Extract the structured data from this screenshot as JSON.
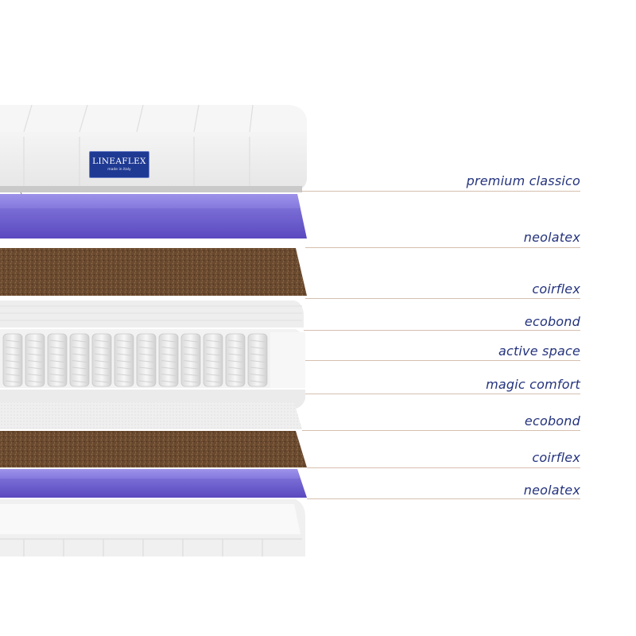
{
  "brand": {
    "name": "LINEAFLEX",
    "tagline": "made in italy"
  },
  "layers": [
    {
      "id": "premium-classico",
      "label": "premium classico"
    },
    {
      "id": "neolatex-top",
      "label": "neolatex"
    },
    {
      "id": "coirflex-top",
      "label": "coirflex"
    },
    {
      "id": "ecobond-top",
      "label": "ecobond"
    },
    {
      "id": "active-space",
      "label": "active space"
    },
    {
      "id": "magic-comfort",
      "label": "magic comfort"
    },
    {
      "id": "ecobond-bottom",
      "label": "ecobond"
    },
    {
      "id": "coirflex-bottom",
      "label": "coirflex"
    },
    {
      "id": "neolatex-bottom",
      "label": "neolatex"
    }
  ],
  "colors": {
    "label_text": "#24337d",
    "leader_line": "#d6bfae",
    "latex": "#6b5cc9",
    "coir": "#6b4a2e",
    "fabric": "#ececec",
    "brand_patch": "#1f3a93"
  }
}
